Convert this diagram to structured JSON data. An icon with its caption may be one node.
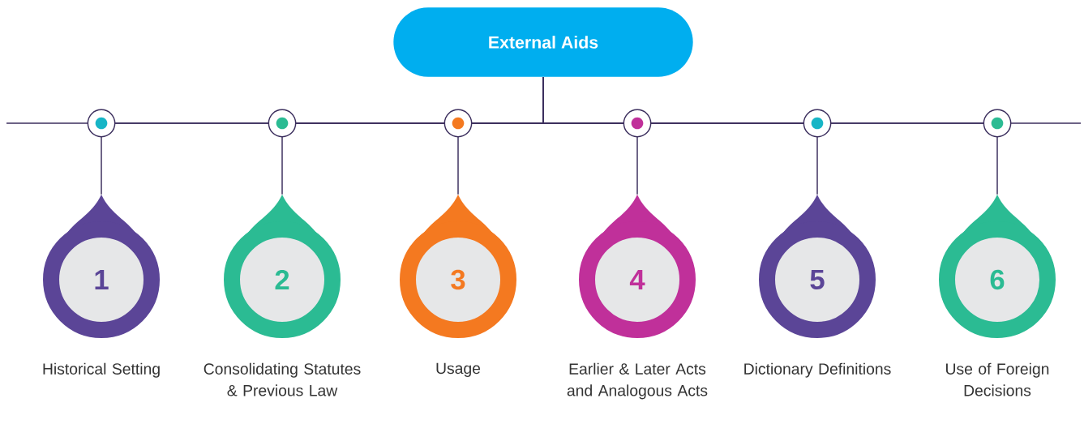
{
  "diagram": {
    "nodes": [
      {
        "text": [
          "External Aids"
        ]
      },
      {
        "text": [
          "1"
        ],
        "beside": [
          "Historical Setting"
        ]
      },
      {
        "text": [
          "2"
        ],
        "beside": [
          "Consolidating Statutes & Previous Law"
        ]
      },
      {
        "text": [
          "3"
        ],
        "beside": [
          "Usage"
        ]
      },
      {
        "text": [
          "4"
        ],
        "beside": [
          "Earlier & Later Acts and Analogous Acts"
        ]
      },
      {
        "text": [
          "5"
        ],
        "beside": [
          "Dictionary Definitions"
        ]
      },
      {
        "text": [
          "6"
        ],
        "beside": [
          "Use of Foreign Decisions"
        ]
      }
    ],
    "edges": [
      {
        "from": 0,
        "to": 1,
        "arrow": "none"
      },
      {
        "from": 0,
        "to": 2,
        "arrow": "none"
      },
      {
        "from": 0,
        "to": 3,
        "arrow": "none"
      },
      {
        "from": 0,
        "to": 4,
        "arrow": "none"
      },
      {
        "from": 0,
        "to": 5,
        "arrow": "none"
      },
      {
        "from": 0,
        "to": 6,
        "arrow": "none"
      }
    ]
  }
}
